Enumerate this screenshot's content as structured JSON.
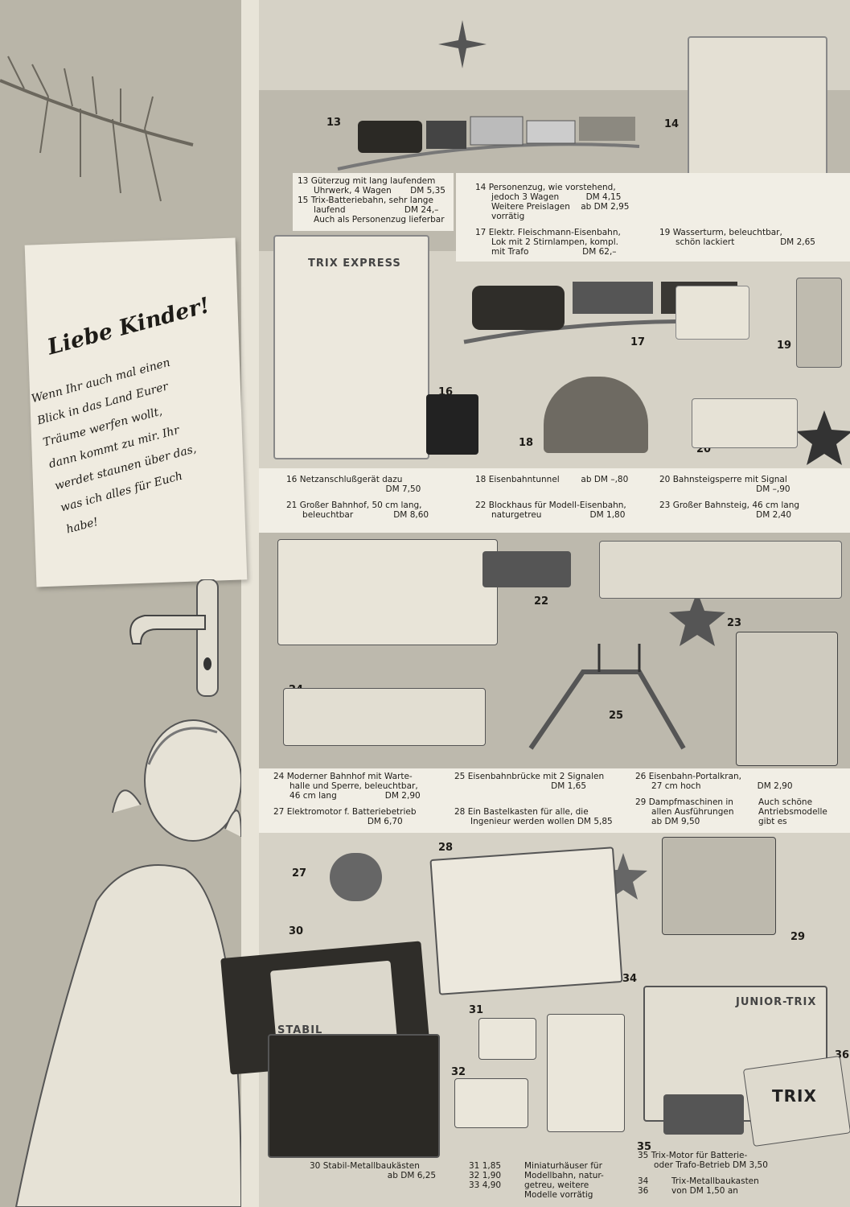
{
  "note": {
    "title": "Liebe Kinder!",
    "lines": [
      "Wenn Ihr auch mal einen",
      "Blick in das Land Eurer",
      "Träume werfen wollt,",
      "dann kommt zu mir. Ihr",
      "werdet staunen über das,",
      "was ich alles für Euch",
      "habe!"
    ]
  },
  "labels": {
    "trix_express": "TRIX EXPRESS",
    "trix": "TRIX",
    "junior_trix": "JUNIOR-TRIX",
    "stabil": "STABIL"
  },
  "numbers": [
    "13",
    "14",
    "15",
    "16",
    "17",
    "18",
    "19",
    "20",
    "21",
    "22",
    "23",
    "24",
    "25",
    "26",
    "27",
    "28",
    "29",
    "30",
    "31",
    "32",
    "33",
    "34",
    "35",
    "36"
  ],
  "captions": {
    "c13": "13 Güterzug mit lang laufendem\n      Uhrwerk, 4 Wagen       DM 5,35\n15 Trix-Batteriebahn, sehr lange\n      laufend                      DM 24,–\n      Auch als Personenzug lieferbar",
    "c14": "14 Personenzug, wie vorstehend,\n      jedoch 3 Wagen          DM 4,15\n      Weitere Preislagen    ab DM 2,95\n      vorrätig",
    "c17": "17 Elektr. Fleischmann-Eisenbahn,\n      Lok mit 2 Stirnlampen, kompl.\n      mit Trafo                    DM 62,–",
    "c19": "19 Wasserturm, beleuchtbar,\n      schön lackiert                 DM 2,65",
    "c16": "16 Netzanschlußgerät dazu\n                                     DM 7,50",
    "c21": "21 Großer Bahnhof, 50 cm lang,\n      beleuchtbar               DM 8,60",
    "c18": "18 Eisenbahntunnel        ab DM –,80",
    "c22": "22 Blockhaus für Modell-Eisenbahn,\n      naturgetreu                  DM 1,80",
    "c20": "20 Bahnsteigsperre mit Signal\n                                    DM –,90",
    "c23": "23 Großer Bahnsteig, 46 cm lang\n                                    DM 2,40",
    "c24": "24 Moderner Bahnhof mit Warte-\n      halle und Sperre, beleuchtbar,\n      46 cm lang                  DM 2,90",
    "c27": "27 Elektromotor f. Batteriebetrieb\n                                   DM 6,70",
    "c25": "25 Eisenbahnbrücke mit 2 Signalen\n                                    DM 1,65",
    "c28": "28 Ein Bastelkasten für alle, die\n      Ingenieur werden wollen DM 5,85",
    "c26": "26 Eisenbahn-Portalkran,\n      27 cm hoch                     DM 2,90",
    "c29": "29 Dampfmaschinen in\n      allen Ausführungen\n      ab DM 9,50",
    "c29b": "Auch schöne\nAntriebsmodelle\ngibt es",
    "c30": "30 Stabil-Metallbaukästen\n                             ab DM 6,25",
    "c31": "31 1,85\n32 1,90\n33 4,90",
    "c31b": "Miniaturhäuser für\nModellbahn, natur-\ngetreu, weitere\nModelle vorrätig",
    "c35": "35 Trix-Motor für Batterie-\n      oder Trafo-Betrieb DM 3,50",
    "c34": "34\n36",
    "c34b": "Trix-Metallbaukasten\nvon DM 1,50 an"
  },
  "colors": {
    "paper": "#d6d2c6",
    "ink": "#1d1b17",
    "caption_bg": "#f1eee5"
  }
}
